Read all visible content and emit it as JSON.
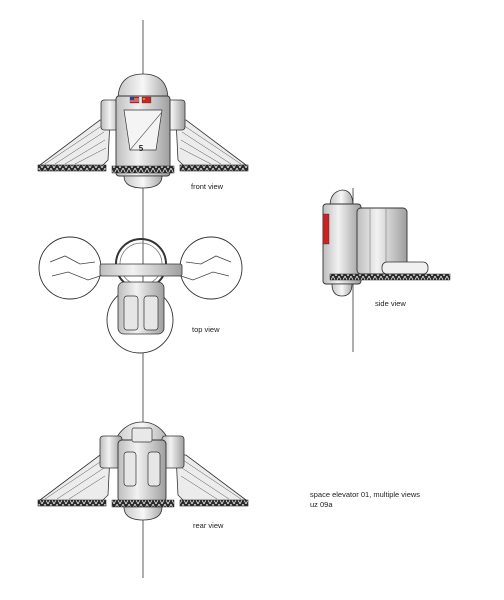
{
  "labels": {
    "front": "front view",
    "top": "top view",
    "side": "side view",
    "rear": "rear view"
  },
  "note": {
    "line1": "space elevator 01, multiple views",
    "line2": "uz 09a"
  },
  "unit_number": "5",
  "colors": {
    "line": "#333333",
    "metal": "#d9d9d9",
    "metal_dark": "#8a8a8a",
    "tread": "#2b2b2b",
    "flag_red": "#cc2222",
    "flag_blue": "#2a3f8f"
  }
}
